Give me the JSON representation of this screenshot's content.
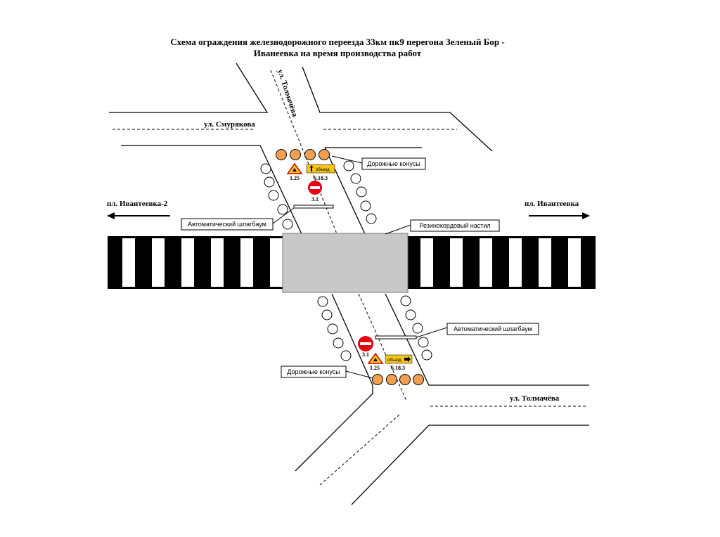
{
  "title": {
    "line1": "Схема ограждения железнодорожного переезда 33км пк9 перегона Зеленый Бор -",
    "line2": "Иванеевка на время производства работ"
  },
  "streets": {
    "tolmacheva_vertical": "ул. Толмачёва",
    "smuryakova": "ул. Смурякова",
    "tolmacheva_bottom": "ул. Толмачёва"
  },
  "directions": {
    "left": "пл. Ивантеевка-2",
    "right": "пл. Ивантеевка"
  },
  "callouts": {
    "cones_top": "Дорожные конусы",
    "barrier_top": "Автоматический шлагбаум",
    "rubber_deck": "Резинокордовый настил",
    "barrier_bottom": "Автоматический шлагбаум",
    "cones_bottom": "Дорожные конусы"
  },
  "signs": {
    "top": {
      "work_code": "1.25",
      "detour_code": "6.18.3",
      "detour_text": "объезд",
      "no_entry_code": "3.1"
    },
    "bottom": {
      "work_code": "1.25",
      "detour_code": "6.18.3",
      "detour_text": "объезд",
      "no_entry_code": "3.1"
    }
  },
  "colors": {
    "cone_orange": "#f0a050",
    "detour_yellow": "#f5c518",
    "no_entry_red": "#e30613",
    "deck_gray": "#c8c8c8",
    "rail_black": "#000000"
  }
}
